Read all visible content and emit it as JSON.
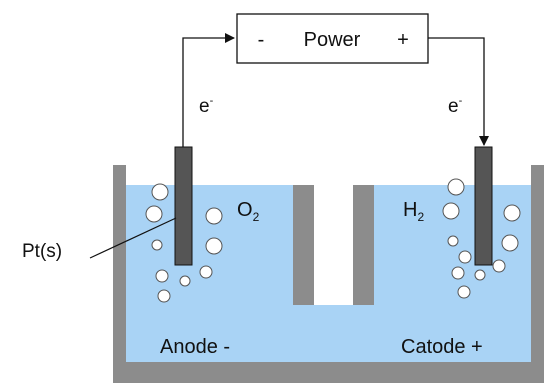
{
  "diagram": {
    "power_box": {
      "minus": "-",
      "label": "Power",
      "plus": "+"
    },
    "left_electron": {
      "base": "e",
      "sup": "-"
    },
    "right_electron": {
      "base": "e",
      "sup": "-"
    },
    "oxygen": {
      "base": "O",
      "sub": "2"
    },
    "hydrogen": {
      "base": "H",
      "sub": "2"
    },
    "electrode_label": "Pt(s)",
    "anode_label": "Anode -",
    "cathode_label": "Catode +",
    "colors": {
      "water": "#a9d3f5",
      "tank": "#8c8c8c",
      "electrode": "#555555",
      "outline": "#111111",
      "bubble": "#ffffff"
    }
  }
}
